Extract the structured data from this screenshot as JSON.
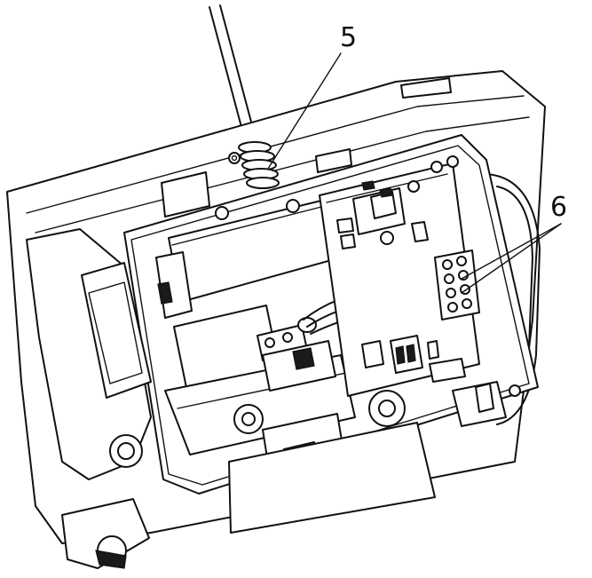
{
  "diagram": {
    "callouts": [
      {
        "id": "5",
        "label": "5"
      },
      {
        "id": "6",
        "label": "6"
      }
    ],
    "colors": {
      "line": "#111111",
      "background": "#ffffff"
    }
  }
}
